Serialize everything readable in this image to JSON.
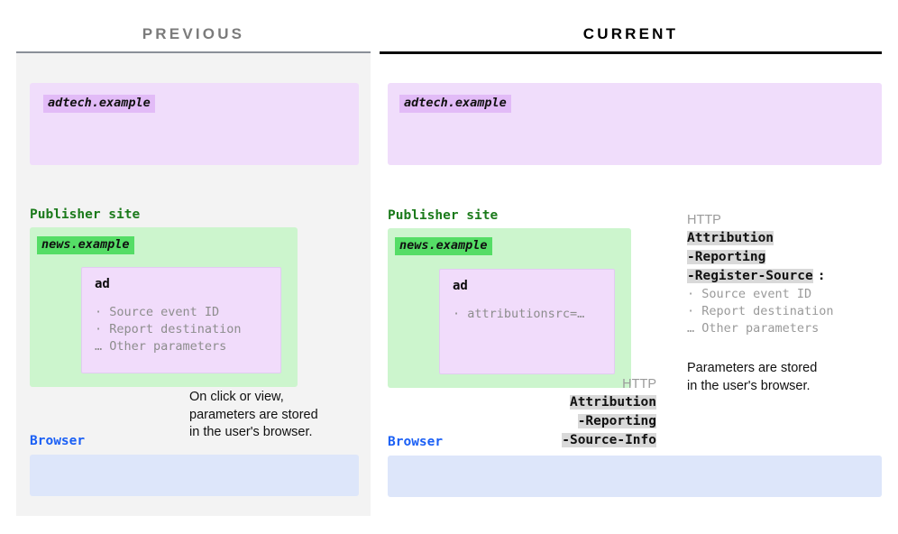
{
  "panels": {
    "previous": {
      "title": "PREVIOUS",
      "adtech_chip": "adtech.example",
      "publisher_label": "Publisher site",
      "news_chip": "news.example",
      "ad_title": "ad",
      "ad_params": "· Source event ID\n· Report destination\n… Other parameters",
      "browser_label": "Browser",
      "note": "On click or view,\nparameters are stored\nin the user's browser."
    },
    "current": {
      "title": "CURRENT",
      "adtech_chip": "adtech.example",
      "publisher_label": "Publisher site",
      "news_chip": "news.example",
      "ad_title": "ad",
      "ad_params": "· attributionsrc=…",
      "browser_label": "Browser",
      "note": "Parameters are stored\nin the user's browser.",
      "request_headers": {
        "kicker": "HTTP",
        "lines": [
          "Attribution",
          "-Reporting",
          "-Source-Info"
        ]
      },
      "response_headers": {
        "kicker": "HTTP",
        "lines": [
          "Attribution",
          "-Reporting",
          "-Register-Source"
        ],
        "suffix": ":",
        "params": "· Source event ID\n· Report destination\n… Other parameters"
      }
    }
  },
  "colors": {
    "panel_previous_bg": "#f3f3f3",
    "panel_previous_border": "#8a8f98",
    "panel_current_border": "#0b0b0b",
    "zone_purple": "#f0ddfb",
    "zone_green": "#ccf5cd",
    "zone_blue": "#dde6fa",
    "chip_purple": "#e2bbf7",
    "chip_green": "#55dd66",
    "publisher_text": "#1b7a1b",
    "browser_text": "#1a5ff5",
    "arrow_gray": "#7d7d7d",
    "header_highlight": "#d9d9d9",
    "muted_text": "#9a9a9a"
  }
}
